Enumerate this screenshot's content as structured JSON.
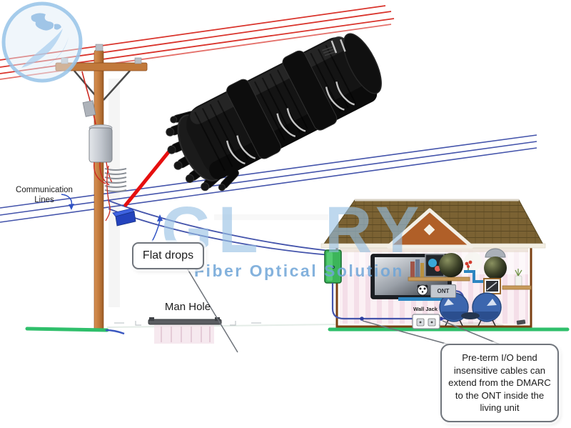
{
  "labels": {
    "communication_lines": "Communication Lines",
    "flat_drops": "Flat drops",
    "man_hole": "Man Hole",
    "ont": "ONT",
    "wall_jack": "Wall Jack",
    "preterm_note": "Pre-term I/O bend insensitive cables can extend from the DMARC to the ONT inside the living unit"
  },
  "watermark": {
    "brand_left": "GL",
    "brand_right": "RY",
    "tagline": "Fiber Optical Solution"
  },
  "colors": {
    "power_line": "#d9332b",
    "comm_line": "#4454ab",
    "drop_cable": "#4454ab",
    "pole": "#c1793b",
    "ground_green": "#2fbf6b",
    "dmarc_green": "#3cb55a",
    "closure_black": "#141414",
    "pointer_red": "#e60f0f",
    "roof_brown": "#7b6233",
    "gable_brown": "#b05f28",
    "shelf_blue": "#2e86c1",
    "watermark_blue": "#96c0e4"
  },
  "scene_objects": [
    "power-lines",
    "communication-lines",
    "utility-pole",
    "pole-transformer",
    "cable-coil",
    "aerial-line-closure",
    "fiber-splice-closure",
    "closure-ports",
    "red-pointer",
    "drop-cables",
    "man-hole",
    "house",
    "roof",
    "gable",
    "dmarc-box",
    "tv",
    "ont-box",
    "wall-jack",
    "blue-shelf",
    "armchairs",
    "side-table",
    "hanging-lamp",
    "step-shelf",
    "picture-frame",
    "ground-line",
    "watermark-globe"
  ]
}
